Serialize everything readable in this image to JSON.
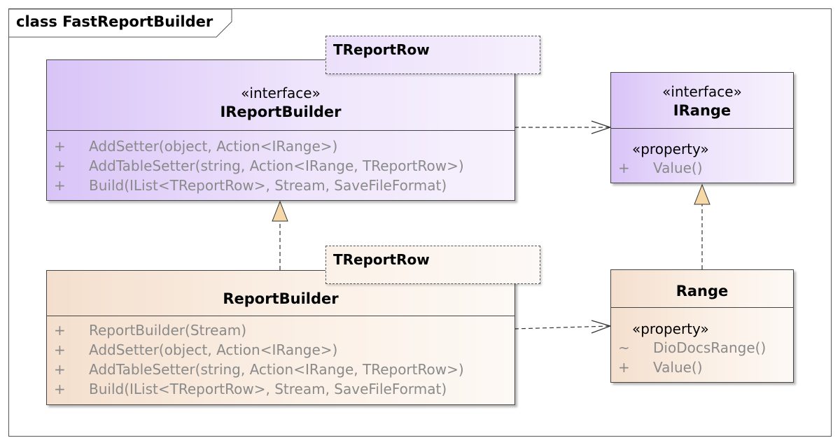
{
  "frame": {
    "title": "class FastReportBuilder"
  },
  "classes": {
    "ireportbuilder": {
      "stereotype": "«interface»",
      "name": "IReportBuilder",
      "template_param": "TReportRow",
      "operations": [
        {
          "vis": "+",
          "sig": "AddSetter(object, Action<IRange>)"
        },
        {
          "vis": "+",
          "sig": "AddTableSetter(string, Action<IRange, TReportRow>)"
        },
        {
          "vis": "+",
          "sig": "Build(IList<TReportRow>, Stream, SaveFileFormat)"
        }
      ]
    },
    "irange": {
      "stereotype": "«interface»",
      "name": "IRange",
      "property_label": "«property»",
      "operations": [
        {
          "vis": "+",
          "sig": "Value()"
        }
      ]
    },
    "reportbuilder": {
      "name": "ReportBuilder",
      "template_param": "TReportRow",
      "operations": [
        {
          "vis": "+",
          "sig": "ReportBuilder(Stream)"
        },
        {
          "vis": "+",
          "sig": "AddSetter(object, Action<IRange>)"
        },
        {
          "vis": "+",
          "sig": "AddTableSetter(string, Action<IRange, TReportRow>)"
        },
        {
          "vis": "+",
          "sig": "Build(IList<TReportRow>, Stream, SaveFileFormat)"
        }
      ]
    },
    "range": {
      "name": "Range",
      "property_label": "«property»",
      "operations": [
        {
          "vis": "~",
          "sig": "DioDocsRange()"
        },
        {
          "vis": "+",
          "sig": "Value()"
        }
      ]
    }
  },
  "colors": {
    "interface_fill": "#d9c4f7",
    "class_fill": "#f4dfcd",
    "realization_arrow": "#f7d9a8",
    "muted_text": "#8a8a8a"
  }
}
